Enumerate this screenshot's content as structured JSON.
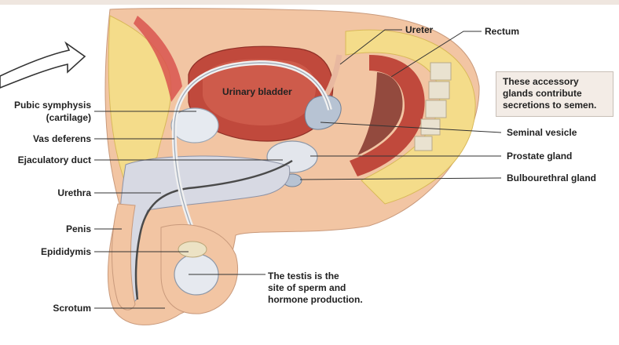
{
  "labels": {
    "ureter": "Ureter",
    "rectum": "Rectum",
    "urinary_bladder": "Urinary bladder",
    "pubic_symphysis": "Pubic symphysis",
    "pubic_symphysis_sub": "(cartilage)",
    "vas_deferens": "Vas deferens",
    "ejaculatory_duct": "Ejaculatory duct",
    "urethra": "Urethra",
    "penis": "Penis",
    "epididymis": "Epididymis",
    "scrotum": "Scrotum",
    "seminal_vesicle": "Seminal vesicle",
    "prostate_gland": "Prostate gland",
    "bulbourethral_gland": "Bulbourethral gland"
  },
  "callout": {
    "line1": "These accessory",
    "line2": "glands contribute",
    "line3": "secretions to semen."
  },
  "testis_note": {
    "line1": "The testis is the",
    "line2": "site of sperm and",
    "line3": "hormone production."
  },
  "colors": {
    "skin": "#f2c5a3",
    "fat": "#f4dc8a",
    "muscle": "#d9534f",
    "bladder": "#c0493c",
    "gland": "#b7c3d3",
    "bone": "#e9e2d0",
    "erectile": "#d7d9e3",
    "leader_line": "#333333",
    "background": "#ffffff",
    "callout_bg": "#f3ece6"
  }
}
